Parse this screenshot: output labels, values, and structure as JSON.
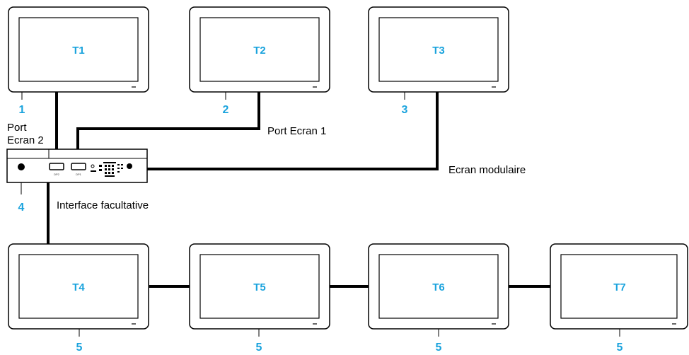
{
  "terminals": {
    "t1": "T1",
    "t2": "T2",
    "t3": "T3",
    "t4": "T4",
    "t5": "T5",
    "t6": "T6",
    "t7": "T7"
  },
  "callouts": {
    "c1": "1",
    "c2": "2",
    "c3": "3",
    "c4": "4",
    "c5a": "5",
    "c5b": "5",
    "c5c": "5",
    "c5d": "5"
  },
  "labels": {
    "port_ecran_2_line1": "Port",
    "port_ecran_2_line2": "Ecran 2",
    "port_ecran_1": "Port Ecran 1",
    "ecran_modulaire": "Ecran modulaire",
    "interface_facultative": "Interface facultative"
  },
  "box_ports": {
    "dp2": "DP2",
    "dp1": "DP1"
  },
  "colors": {
    "accent": "#1aa3dd",
    "line": "#000000"
  }
}
